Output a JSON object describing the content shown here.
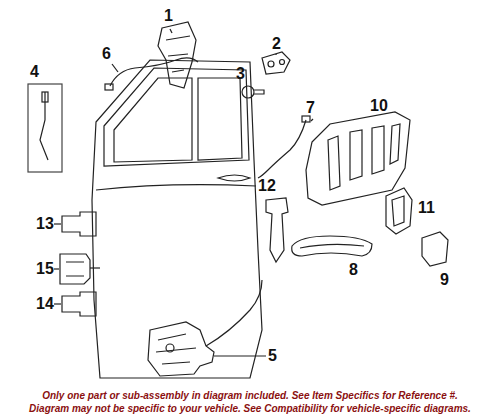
{
  "diagram": {
    "labels": [
      "1",
      "2",
      "3",
      "4",
      "5",
      "6",
      "7",
      "8",
      "9",
      "10",
      "11",
      "12",
      "13",
      "14",
      "15",
      "Only one part or sub-assembly in diagram included. See Item Specifics for Reference #.",
      "Diagram may not be specific to your vehicle. See Compatibility for vehicle-specific diagrams."
    ]
  }
}
